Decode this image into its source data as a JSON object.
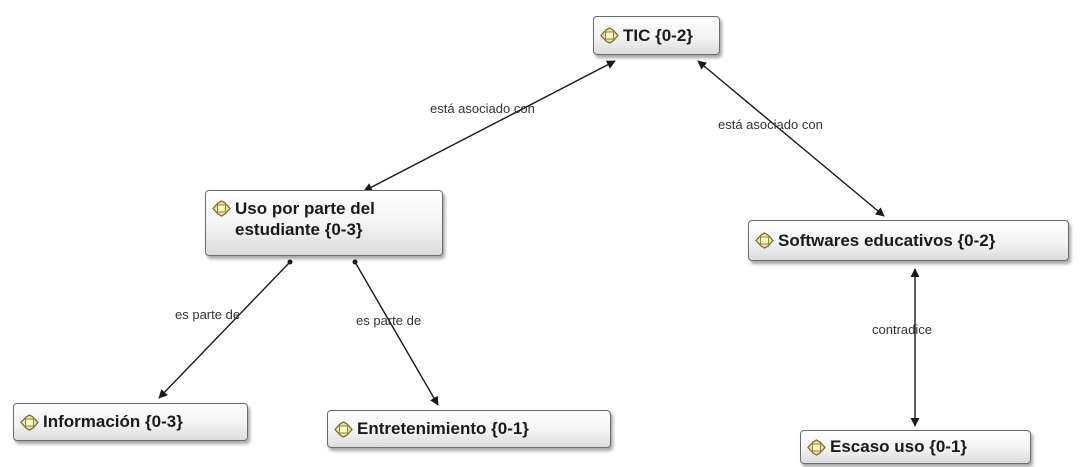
{
  "nodes": {
    "tic": {
      "label": "TIC {0-2}"
    },
    "uso": {
      "label": "Uso por parte del estudiante {0-3}"
    },
    "softwares": {
      "label": "Softwares educativos {0-2}"
    },
    "informacion": {
      "label": "Información {0-3}"
    },
    "entretenimiento": {
      "label": "Entretenimiento {0-1}"
    },
    "escaso": {
      "label": "Escaso uso {0-1}"
    }
  },
  "links": {
    "tic_uso": "está asociado con",
    "tic_softwares": "está asociado con",
    "uso_informacion": "es parte de",
    "uso_entretenimiento": "es parte de",
    "softwares_escaso": "contradice"
  },
  "colors": {
    "icon_fill": "#f2e58a",
    "icon_stroke": "#6d6a3a",
    "line": "#1a1a1a"
  }
}
